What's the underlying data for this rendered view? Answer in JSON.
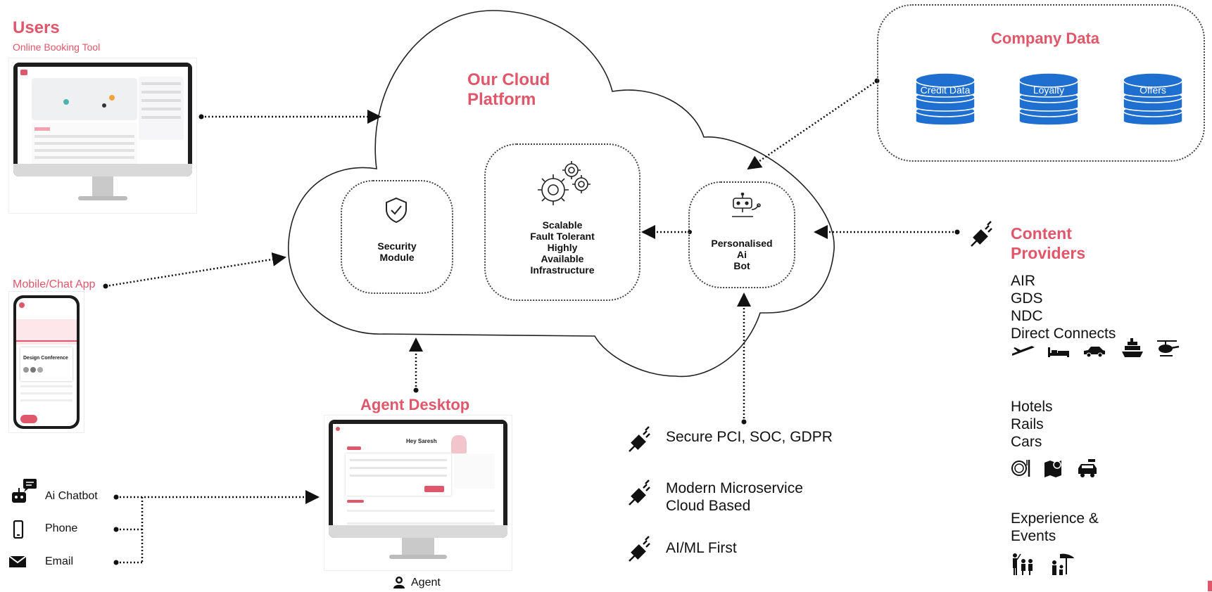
{
  "users": {
    "title": "Users",
    "subtitle": "Online Booking Tool"
  },
  "mobile": {
    "title": "Mobile/Chat App"
  },
  "cloud": {
    "title_line1": "Our Cloud",
    "title_line2": "Platform",
    "security": {
      "line1": "Security",
      "line2": "Module"
    },
    "infra": {
      "lines": [
        "Scalable",
        "Fault Tolerant",
        "Highly",
        "Available",
        "Infrastructure"
      ]
    },
    "bot": {
      "line1": "Personalised",
      "line2": "Ai",
      "line3": "Bot"
    }
  },
  "company": {
    "title": "Company Data",
    "dbs": [
      "Credit Data",
      "Loyalty",
      "Offers"
    ]
  },
  "content": {
    "title_line1": "Content",
    "title_line2": "Providers",
    "group1": [
      "AIR",
      "GDS",
      "NDC",
      "Direct Connects"
    ],
    "group2": [
      "Hotels",
      "Rails",
      "Cars"
    ],
    "group3": [
      "Experience &",
      "Events"
    ],
    "icons1": [
      "airplane-icon",
      "bed-icon",
      "car-icon",
      "cruise-ship-icon",
      "helicopter-icon"
    ],
    "icons2": [
      "dining-icon",
      "map-icon",
      "taxi-icon"
    ],
    "icons3": [
      "tour-group-icon",
      "beach-icon"
    ]
  },
  "agent": {
    "title": "Agent Desktop",
    "label": "Agent"
  },
  "channels": [
    "Ai Chatbot",
    "Phone",
    "Email"
  ],
  "features": [
    "Secure PCI, SOC, GDPR",
    "Modern Microservice",
    "Cloud Based",
    "AI/ML First"
  ],
  "colors": {
    "accent": "#e0566a",
    "db_blue": "#1f6fd1",
    "line": "#222222"
  },
  "screens": {
    "desktop_greeting": "Hey Saresh",
    "phone_event": "Design Conference"
  }
}
